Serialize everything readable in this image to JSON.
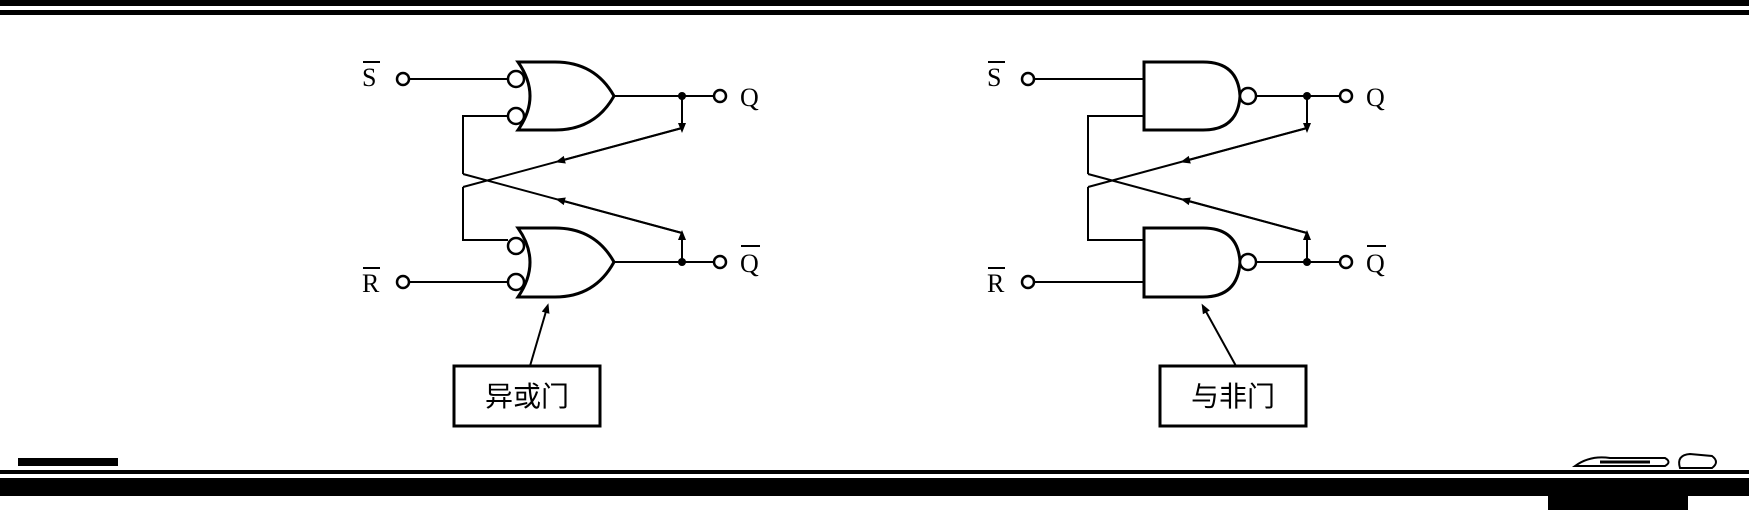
{
  "left_circuit": {
    "input_top": "S",
    "input_bottom": "R",
    "output_top": "Q",
    "output_bottom": "Q",
    "callout": "异或门"
  },
  "right_circuit": {
    "input_top": "S",
    "input_bottom": "R",
    "output_top": "Q",
    "output_bottom": "Q",
    "callout": "与非门"
  }
}
